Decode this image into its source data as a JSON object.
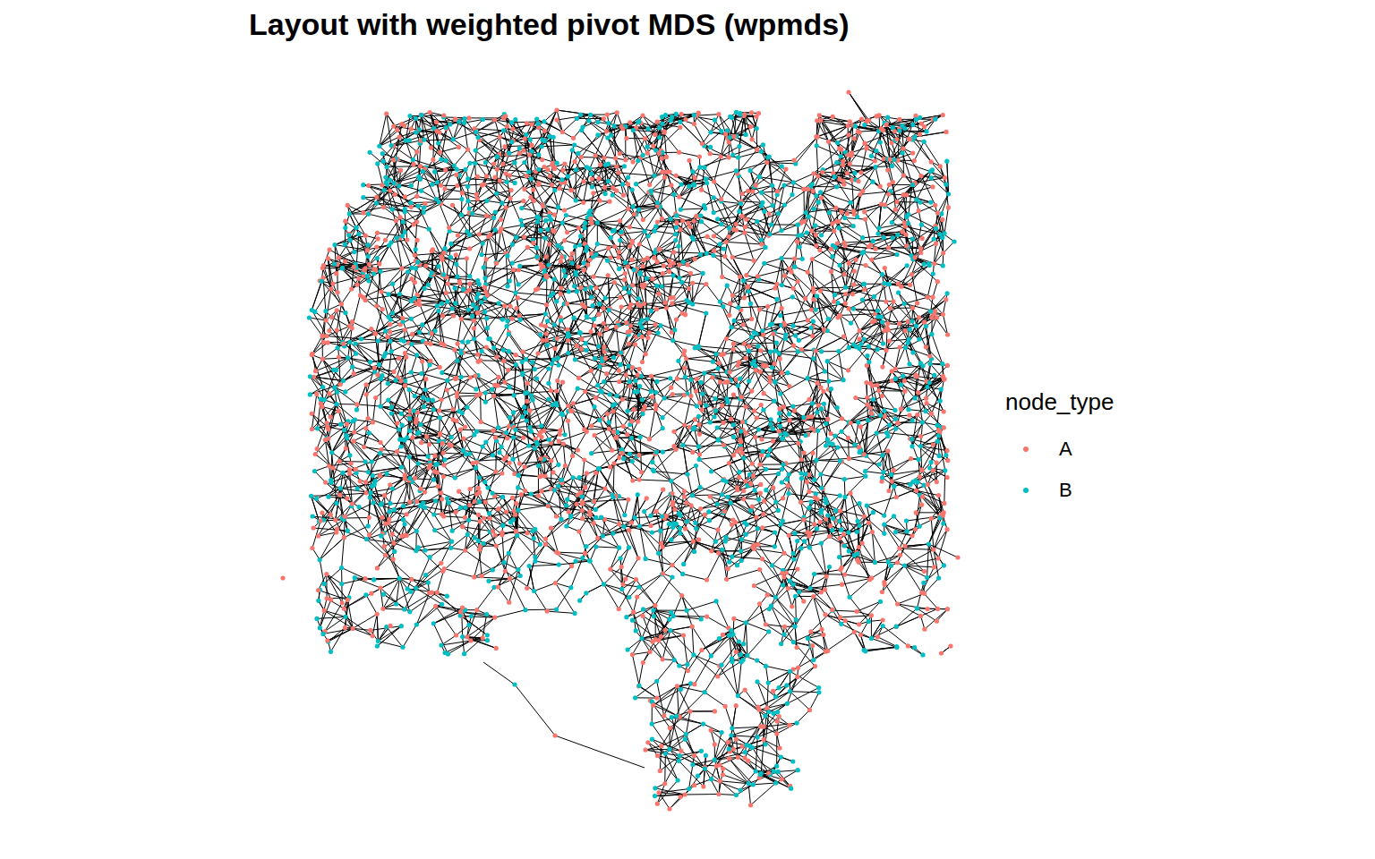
{
  "diagram": {
    "title": "Layout with weighted pivot MDS (wpmds)",
    "labels": [
      "node_type"
    ],
    "legend": [
      {
        "text": "A",
        "color": "#F8766D"
      },
      {
        "text": "B",
        "color": "#00BFC4"
      }
    ]
  }
}
